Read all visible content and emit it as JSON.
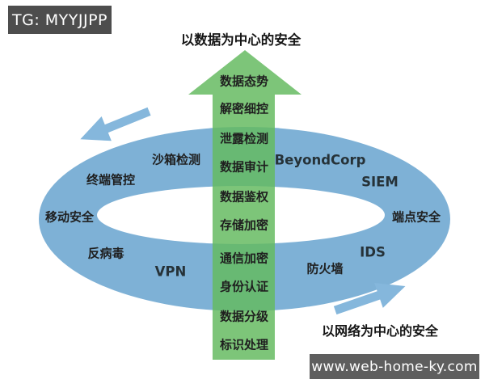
{
  "badges": {
    "tg": "TG: MYYJJPP",
    "website": "www.web-home-ky.com"
  },
  "diagram": {
    "top_label": "以数据为中心的安全",
    "bottom_label": "以网络为中心的安全",
    "arrow_items": [
      "数据态势",
      "解密细控",
      "泄露检测",
      "数据审计",
      "数据鉴权",
      "存储加密",
      "通信加密",
      "身份认证",
      "数据分级",
      "标识处理"
    ],
    "ring_items": {
      "shaxiang": "沙箱检测",
      "zhongduan": "终端管控",
      "yidong": "移动安全",
      "fanbingdu": "反病毒",
      "vpn": "VPN",
      "beyondcorp": "BeyondCorp",
      "siem": "SIEM",
      "duandian": "端点安全",
      "ids": "IDS",
      "fanghuoqiang": "防火墙"
    },
    "colors": {
      "ring_blue": "#7eb1d6",
      "arrow_green": "#84c67f",
      "badge_dark": "#4d4d4d",
      "badge_gray": "#5e5e5e",
      "text": "#1f1f1f"
    }
  }
}
